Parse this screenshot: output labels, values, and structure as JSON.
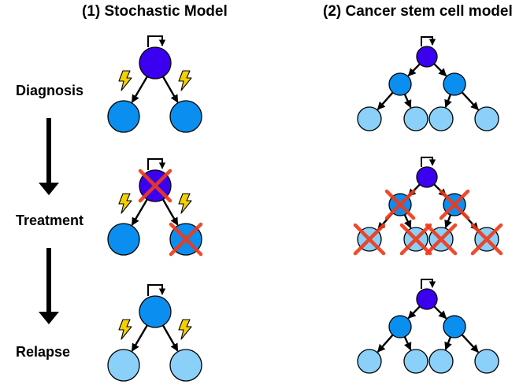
{
  "titles": {
    "left": "(1) Stochastic Model",
    "right": "(2) Cancer stem cell model"
  },
  "stages": [
    "Diagnosis",
    "Treatment",
    "Relapse"
  ],
  "colors": {
    "stem_cell": "#3b00f0",
    "progenitor_cell": "#0a8ff0",
    "differentiated_cell": "#8ad0f8",
    "cross": "#f03a1a",
    "lightning": "#f5d000",
    "arrow": "#000000"
  }
}
